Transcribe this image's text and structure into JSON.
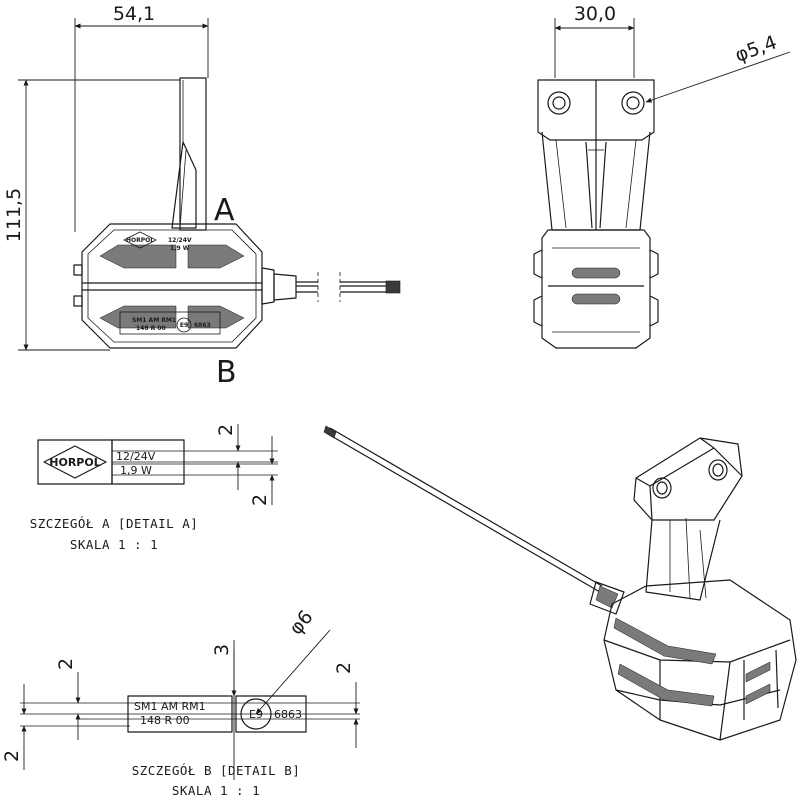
{
  "dimensions": {
    "width_top": "54,1",
    "height_left": "111,5",
    "width_side": "30,0",
    "hole_diameter": "φ5,4",
    "detail_a_top": "2",
    "detail_a_bottom": "2",
    "detail_b_left_top": "2",
    "detail_b_left_bottom": "2",
    "detail_b_mid": "3",
    "detail_b_right": "2",
    "detail_b_circle": "φ6"
  },
  "section_labels": {
    "a": "A",
    "b": "B"
  },
  "marking": {
    "logo": "HORPOL",
    "voltage": "12/24V",
    "power": "1,9 W",
    "approval_code": "SM1 AM RM1",
    "approval_number": "148 R 00",
    "e_mark": "E9",
    "e_number": "6863"
  },
  "detail_a": {
    "caption_line1": "SZCZEGÓŁ A [DETAIL A]",
    "caption_line2": "SKALA 1 : 1"
  },
  "detail_b": {
    "caption_line1": "SZCZEGÓŁ B [DETAIL B]",
    "caption_line2": "SKALA 1 : 1"
  }
}
